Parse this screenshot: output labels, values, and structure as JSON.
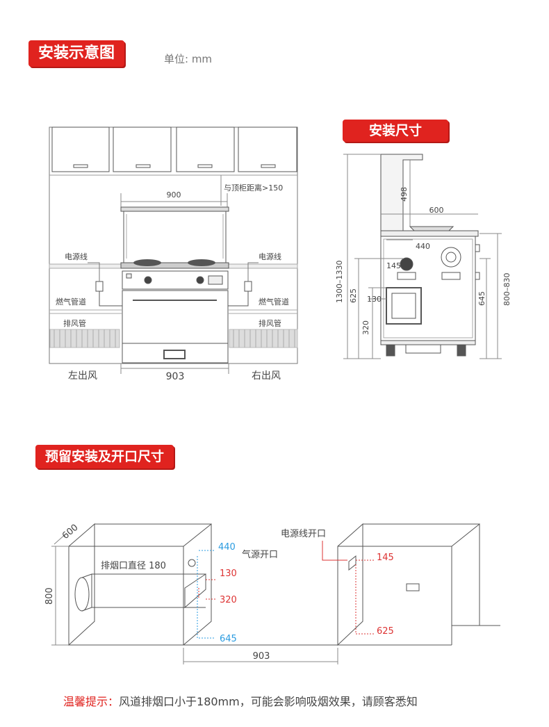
{
  "section1": {
    "title": "安装示意图",
    "unit": "单位: mm"
  },
  "section2": {
    "title": "安装尺寸"
  },
  "section3": {
    "title": "预留安装及开口尺寸"
  },
  "diagram1": {
    "top_width": "900",
    "cabinet_clearance": "与顶柜距离>150",
    "power_left": "电源线",
    "power_right": "电源线",
    "gas_left": "燃气管道",
    "gas_right": "燃气管道",
    "exhaust_left": "排风管",
    "exhaust_right": "排风管",
    "outlet_left": "左出风",
    "outlet_right": "右出风",
    "bottom_width": "903"
  },
  "diagram2": {
    "d498": "498",
    "d600": "600",
    "d440": "440",
    "d145": "145",
    "d130": "130",
    "d320": "320",
    "d625": "625",
    "d1300": "1300–1330",
    "d645": "645",
    "d800": "800–830"
  },
  "diagram3": {
    "depth": "600",
    "height": "800",
    "flue": "排烟口直径 180",
    "gas_open": "气源开口",
    "power_open": "电源线开口",
    "d440": "440",
    "d130": "130",
    "d320": "320",
    "d645": "645",
    "d145": "145",
    "d625": "625",
    "width": "903"
  },
  "note": {
    "label": "温馨提示：",
    "text": "风道排烟口小于180mm，可能会影响吸烟效果，请顾客悉知"
  },
  "colors": {
    "accent": "#e0231f",
    "blue": "#2a9be0",
    "red_dim": "#d33"
  }
}
